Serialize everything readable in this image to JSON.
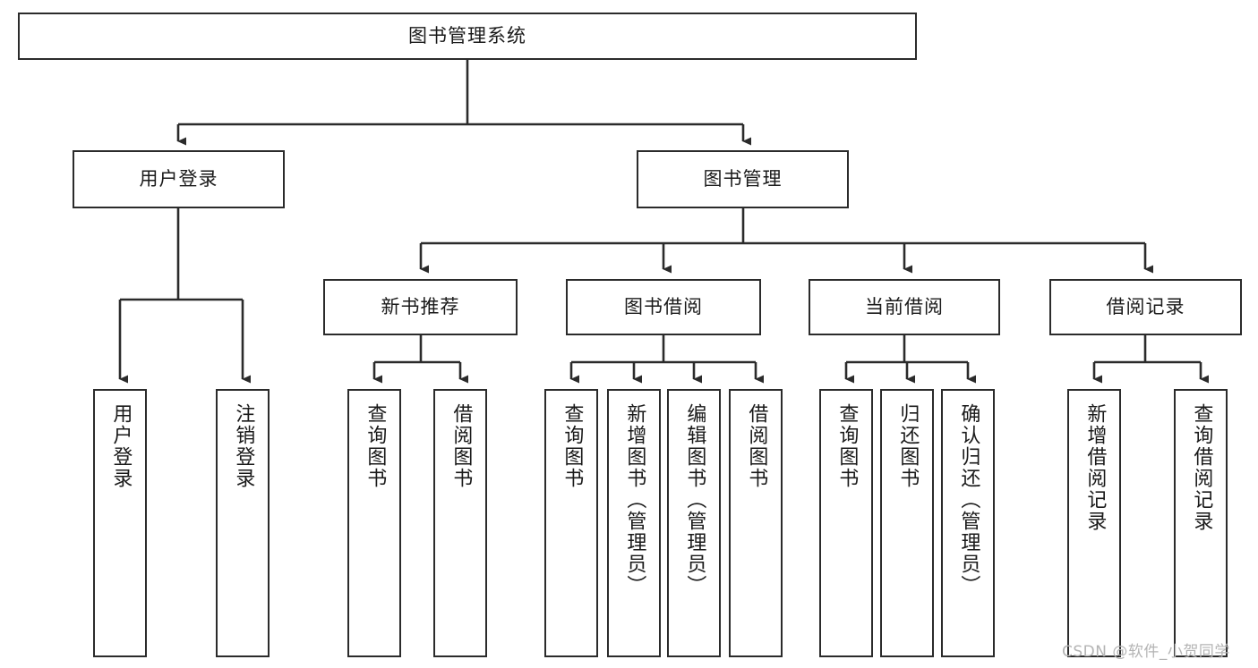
{
  "diagram": {
    "type": "hierarchy-tree",
    "title": "图书管理系统",
    "root": {
      "label": "图书管理系统"
    },
    "level2": [
      {
        "label": "用户登录"
      },
      {
        "label": "图书管理"
      }
    ],
    "level3": [
      {
        "label": "新书推荐"
      },
      {
        "label": "图书借阅"
      },
      {
        "label": "当前借阅"
      },
      {
        "label": "借阅记录"
      }
    ],
    "leaves": {
      "user_login": [
        {
          "label": "用户登录"
        },
        {
          "label": "注销登录"
        }
      ],
      "new_book_recommend": [
        {
          "label": "查询图书"
        },
        {
          "label": "借阅图书"
        }
      ],
      "book_borrow": [
        {
          "label": "查询图书"
        },
        {
          "label": "新增图书（管理员）"
        },
        {
          "label": "编辑图书（管理员）"
        },
        {
          "label": "借阅图书"
        }
      ],
      "current_borrow": [
        {
          "label": "查询图书"
        },
        {
          "label": "归还图书"
        },
        {
          "label": "确认归还（管理员）"
        }
      ],
      "borrow_records": [
        {
          "label": "新增借阅记录"
        },
        {
          "label": "查询借阅记录"
        }
      ]
    },
    "watermark": "CSDN @软件_小贺同学",
    "colors": {
      "stroke": "#2b2b2b",
      "background": "#ffffff",
      "text": "#1a1a1a",
      "watermark": "#b4b4b4"
    }
  }
}
